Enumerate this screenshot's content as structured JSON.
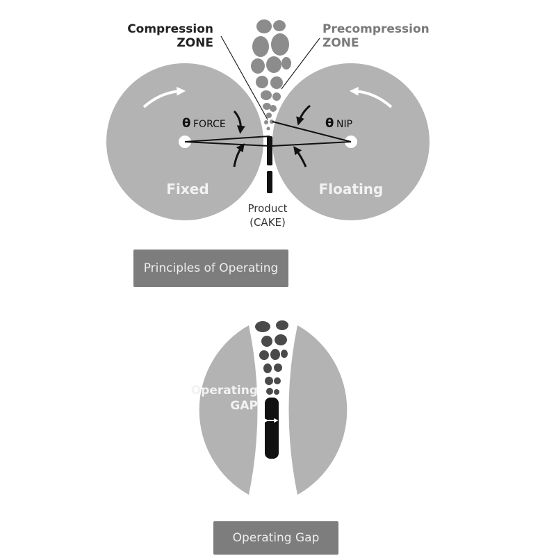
{
  "diagram": {
    "compression_zone": {
      "line1": "Compression",
      "line2": "ZONE"
    },
    "precompression_zone": {
      "line1": "Precompression",
      "line2": "ZONE"
    },
    "theta_force": {
      "symbol": "θ",
      "text": "FORCE"
    },
    "theta_nip": {
      "symbol": "θ",
      "text": "NIP"
    },
    "roll_left_label": "Fixed",
    "roll_right_label": "Floating",
    "product": {
      "line1": "Product",
      "line2": "(CAKE)"
    },
    "caption_top": "Principles of Operating",
    "gap_label": {
      "line1": "Operating",
      "line2": "GAP"
    },
    "caption_bottom": "Operating Gap"
  },
  "colors": {
    "roll": "#b3b3b3",
    "granule": "#8c8c8c",
    "granule_dark": "#4a4a4a",
    "product": "#111111",
    "caption_bg": "#7d7d7d",
    "caption_text": "#ededed",
    "roll_text": "#f2f2f2"
  },
  "icons": [
    "rotation-arrow-icon",
    "force-arrow-icon",
    "gap-arrow-icon"
  ]
}
